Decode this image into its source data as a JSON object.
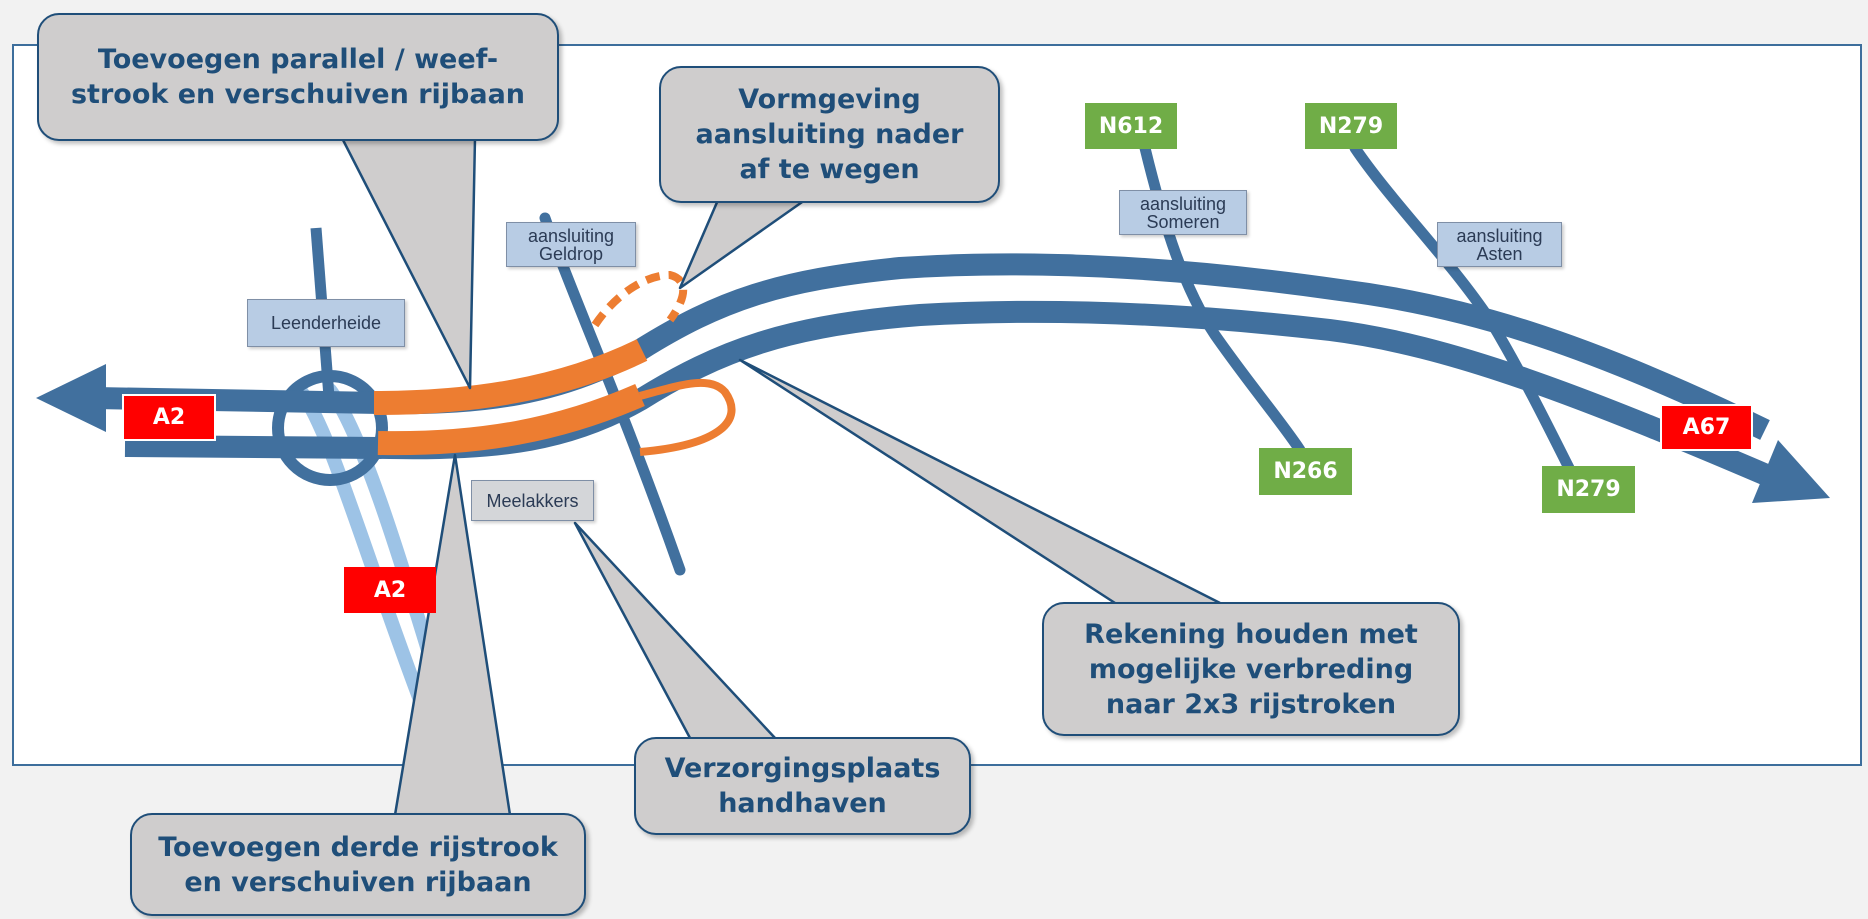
{
  "callouts": {
    "parallel": "Toevoegen parallel / weef-\nstrook en verschuiven rijbaan",
    "vormgeving": "Vormgeving\naansluiting nader\naf te wegen",
    "rekening": "Rekening houden met\nmogelijke verbreding\nnaar 2x3 rijstroken",
    "verzorging": "Verzorgingsplaats\nhandhaven",
    "derde": "Toevoegen derde rijstrook\nen verschuiven rijbaan"
  },
  "locations": {
    "leenderheide": "Leenderheide",
    "geldrop": "aansluiting\nGeldrop",
    "someren": "aansluiting\nSomeren",
    "asten": "aansluiting\nAsten",
    "meelakkers": "Meelakkers"
  },
  "roads": {
    "a2_west": "A2",
    "a2_south": "A2",
    "a67": "A67",
    "n612": "N612",
    "n279_top": "N279",
    "n266": "N266",
    "n279_bottom": "N279"
  },
  "colors": {
    "motorway": "#41709e",
    "a2_south_branch": "#9dc3e6",
    "planned_lanes": "#ed7d31",
    "callout_fill": "#cfcdcd",
    "callout_border": "#1f4e79",
    "motorway_shield": "#ff0000",
    "national_road_shield": "#70ad47"
  }
}
